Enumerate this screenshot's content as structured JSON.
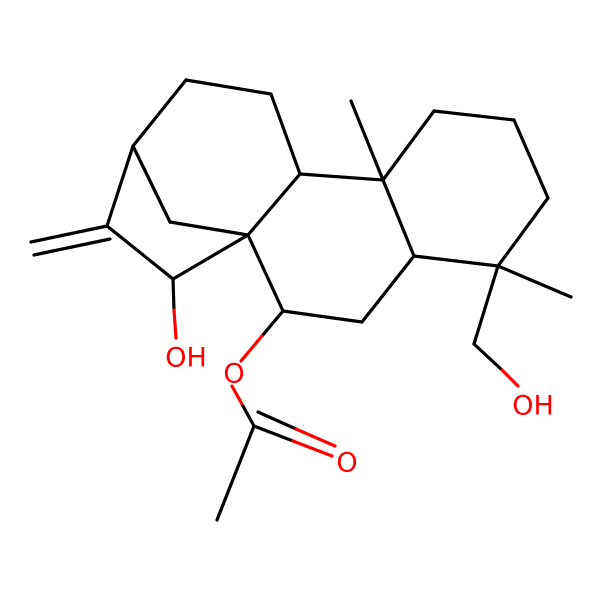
{
  "molecule": {
    "atom_labels": {
      "oh_left": "OH",
      "oh_right": "OH",
      "ester_o": "O",
      "carbonyl_o": "O"
    }
  },
  "colors": {
    "background": "#ffffff",
    "bond": "#000000",
    "heteroatom": "#ff0000"
  }
}
